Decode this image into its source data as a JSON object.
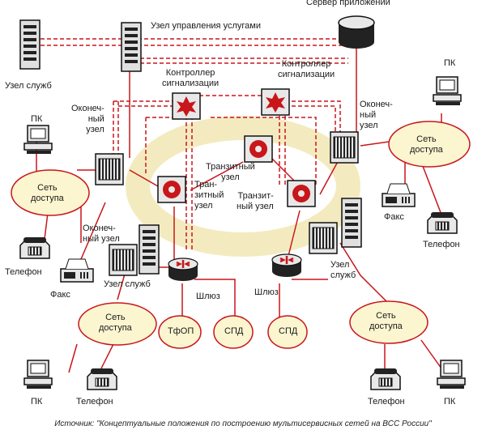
{
  "labels": {
    "app_server": "Сервер приложений",
    "service_control_node": "Узел управления услугами",
    "service_node_tl": "Узел служб",
    "controller_left": "Контроллер\nсигнализации",
    "controller_right": "Контроллер\nсигнализации",
    "edge_node_left": "Оконеч-\nный\nузел",
    "edge_node_right": "Оконеч-\nный\nузел",
    "edge_node_low": "Оконеч-\nный узел",
    "pc_tl": "ПК",
    "pc_tr": "ПК",
    "access_left": "Сеть\nдоступа",
    "access_right": "Сеть\nдоступа",
    "access_bl": "Сеть\nдоступа",
    "access_br": "Сеть\nдоступа",
    "transit_top": "Транзитный\nузел",
    "transit_left": "Тран-\nзитный\nузел",
    "transit_right": "Транзит-\nный узел",
    "fax_right": "Факс",
    "phone_right": "Телефон",
    "phone_left": "Телефон",
    "fax_left": "Факс",
    "service_node_left": "Узел служб",
    "service_node_right": "Узел\nслужб",
    "gateway_left": "Шлюз",
    "gateway_right": "Шлюз",
    "tfop": "ТфОП",
    "spd_left": "СПД",
    "spd_right": "СПД",
    "pc_bl": "ПК",
    "phone_bl": "Телефон",
    "phone_br": "Телефон",
    "pc_br": "ПК"
  },
  "source": "Источник: \"Концептуальные положения по построению мультисервисных сетей на ВСС России\"",
  "colors": {
    "red": "#c8161b",
    "ring": "#f3ebbf",
    "network_fill": "#fbf5d0",
    "equipment": "#e6e6e6"
  },
  "icons": [
    "server-tower-icon",
    "database-icon",
    "controller-icon",
    "transit-node-icon",
    "router-icon",
    "pc-icon",
    "phone-icon",
    "fax-icon"
  ]
}
